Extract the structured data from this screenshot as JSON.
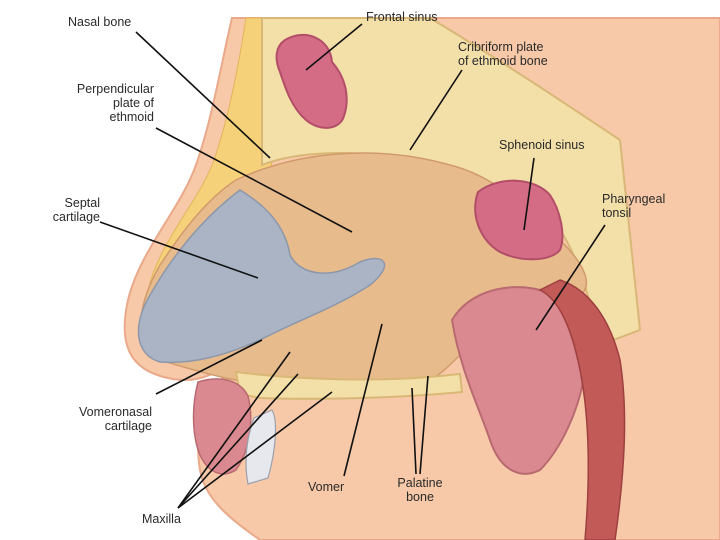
{
  "labels": {
    "nasal_bone": "Nasal bone",
    "frontal_sinus": "Frontal sinus",
    "cribriform_1": "Cribriform plate",
    "cribriform_2": "of ethmoid bone",
    "perp_1": "Perpendicular",
    "perp_2": "plate of",
    "perp_3": "ethmoid",
    "sphenoid_sinus": "Sphenoid sinus",
    "pharyngeal_1": "Pharyngeal",
    "pharyngeal_2": "tonsil",
    "septal_1": "Septal",
    "septal_2": "cartilage",
    "vomeronasal_1": "Vomeronasal",
    "vomeronasal_2": "cartilage",
    "vomer": "Vomer",
    "palatine_1": "Palatine",
    "palatine_2": "bone",
    "maxilla": "Maxilla"
  },
  "colors": {
    "bone": "#f3dfa8",
    "bone_dark": "#d9b877",
    "skin": "#f7c9a8",
    "septum": "#e6b98a",
    "cartilage": "#a9b3c4",
    "mucosa": "#d9898f",
    "sinus": "#d46c86",
    "muscle": "#c25a58",
    "leader": "#111111"
  }
}
